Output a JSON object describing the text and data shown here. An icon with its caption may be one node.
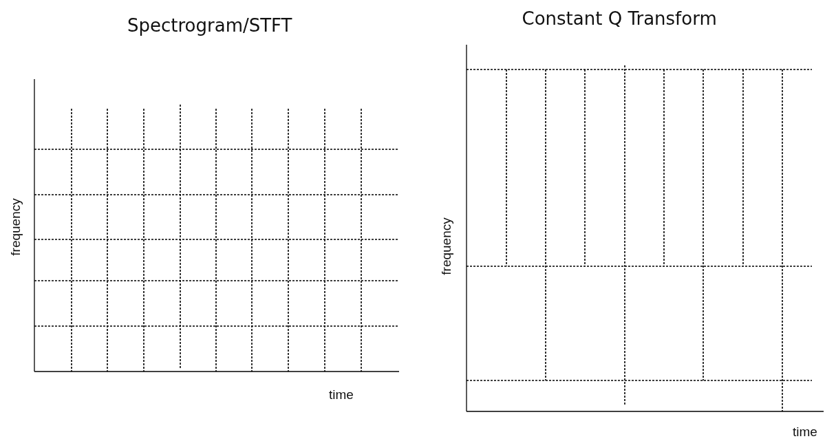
{
  "diagram": {
    "labels": [
      "Spectrogram/STFT",
      "Constant Q Transform",
      "frequency",
      "time",
      "frequency",
      "time"
    ]
  }
}
